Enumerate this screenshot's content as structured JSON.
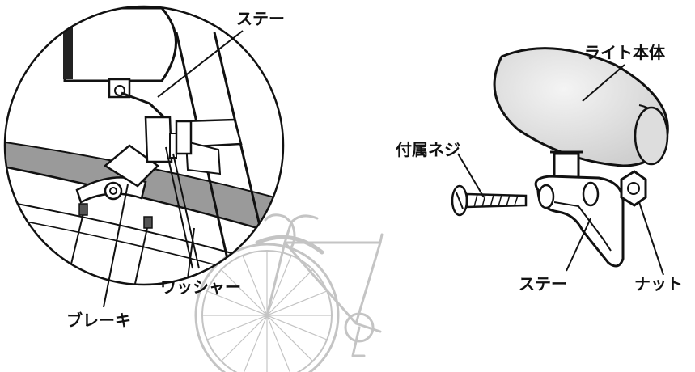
{
  "labels": {
    "stay_left": "ステー",
    "brake": "ブレーキ",
    "washer": "ワッシャー",
    "light_body": "ライト本体",
    "included_screw": "付属ネジ",
    "stay_right": "ステー",
    "nut": "ナット"
  },
  "colors": {
    "ink": "#111111",
    "fender_gray": "#9a9a9a",
    "light_body_fill": "#e6e6e6",
    "bicycle_line": "#c4c4c4",
    "background": "#ffffff"
  }
}
